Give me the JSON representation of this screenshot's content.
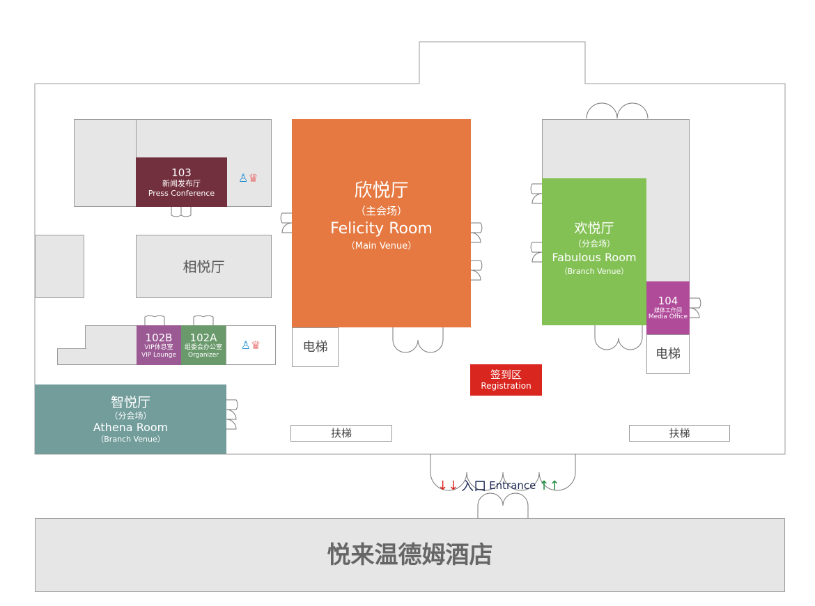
{
  "rooms": {
    "r103": {
      "number": "103",
      "cn": "新闻发布厅",
      "en": "Press Conference",
      "color": "#722f3d"
    },
    "xiangyue": {
      "cn": "相悦厅"
    },
    "r102b": {
      "number": "102B",
      "cn": "VIP休息室",
      "en": "VIP Lounge",
      "color": "#9b5a94"
    },
    "r102a": {
      "number": "102A",
      "cn": "组委会办公室",
      "en": "Organizer",
      "color": "#6a9a6c"
    },
    "athena": {
      "cn": "智悦厅",
      "sub": "（分会场）",
      "en": "Athena Room",
      "en_sub": "（Branch Venue）",
      "color": "#729d9b"
    },
    "felicity": {
      "cn": "欣悦厅",
      "sub": "（主会场）",
      "en": "Felicity Room",
      "en_sub": "（Main Venue）",
      "color": "#e57941"
    },
    "fabulous": {
      "cn": "欢悦厅",
      "sub": "（分会场）",
      "en": "Fabulous Room",
      "en_sub": "（Branch Venue）",
      "color": "#84c155"
    },
    "r104": {
      "number": "104",
      "cn": "媒体工作间",
      "en": "Media Office",
      "color": "#b04b9a"
    },
    "registration": {
      "cn": "签到区",
      "en": "Registration",
      "color": "#d9261f"
    }
  },
  "elevator_label": "电梯",
  "escalator_label": "扶梯",
  "entrance": {
    "cn": "入口",
    "en": "Entrance",
    "in_color": "#d9261f",
    "out_color": "#1a8a3a"
  },
  "hotel_name": "悦来温德姆酒店",
  "icons": [
    "restroom-icon",
    "door-icon",
    "arrow-down-icon",
    "arrow-up-icon"
  ]
}
